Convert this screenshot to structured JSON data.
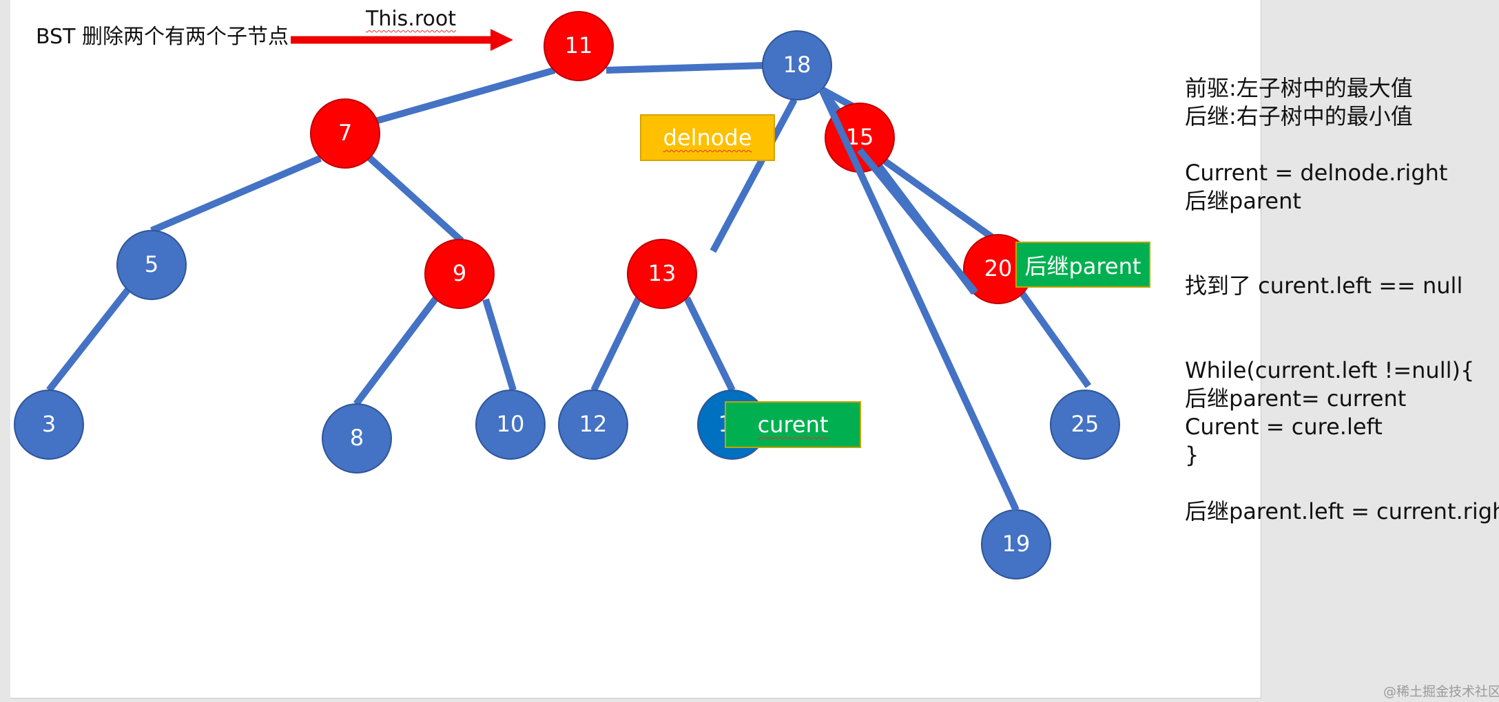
{
  "title": "BST  删除两个有两个子节点",
  "root_label": "This.root",
  "nodes": [
    {
      "id": "n11",
      "label": "11",
      "color": "#ff0000"
    },
    {
      "id": "n18",
      "label": "18",
      "color": "#4472c4"
    },
    {
      "id": "n7",
      "label": "7",
      "color": "#ff0000"
    },
    {
      "id": "n15",
      "label": "15",
      "color": "#ff0000"
    },
    {
      "id": "n5",
      "label": "5",
      "color": "#4472c4"
    },
    {
      "id": "n9",
      "label": "9",
      "color": "#ff0000"
    },
    {
      "id": "n13",
      "label": "13",
      "color": "#ff0000"
    },
    {
      "id": "n20",
      "label": "20",
      "color": "#ff0000"
    },
    {
      "id": "n3",
      "label": "3",
      "color": "#4472c4"
    },
    {
      "id": "n8",
      "label": "8",
      "color": "#4472c4"
    },
    {
      "id": "n10",
      "label": "10",
      "color": "#4472c4"
    },
    {
      "id": "n12",
      "label": "12",
      "color": "#4472c4"
    },
    {
      "id": "n14",
      "label": "14",
      "color": "#0070c0"
    },
    {
      "id": "n25",
      "label": "25",
      "color": "#4472c4"
    },
    {
      "id": "n19",
      "label": "19",
      "color": "#4472c4"
    }
  ],
  "edges": [
    [
      "n11",
      "n18"
    ],
    [
      "n11",
      "n7"
    ],
    [
      "n7",
      "n5"
    ],
    [
      "n7",
      "n9"
    ],
    [
      "n5",
      "n3"
    ],
    [
      "n9",
      "n8"
    ],
    [
      "n9",
      "n10"
    ],
    [
      "n13",
      "n12"
    ],
    [
      "n13",
      "n14"
    ],
    [
      "n18",
      "n15"
    ],
    [
      "n18",
      "n19"
    ],
    [
      "n18",
      "n20"
    ],
    [
      "n15",
      "n20"
    ],
    [
      "n20",
      "n25"
    ],
    [
      "n18",
      "n13"
    ]
  ],
  "tags": {
    "delnode": "delnode",
    "successor_parent": "后继parent",
    "current": "curent"
  },
  "notes": [
    "前驱:左子树中的最大值",
    "后继:右子树中的最小值",
    "",
    "Current = delnode.right",
    "后继parent",
    "",
    "",
    "找到了   curent.left == null",
    "",
    "",
    "While(current.left !=null){",
    "后继parent= current",
    "Curent = cure.left",
    "}",
    "",
    "后继parent.left = current.right"
  ],
  "watermark": "@稀土掘金技术社区",
  "colors": {
    "edge": "#4472c4",
    "arrow": "#ee0000",
    "red_node": "#ff0000",
    "blue_node": "#4472c4"
  }
}
